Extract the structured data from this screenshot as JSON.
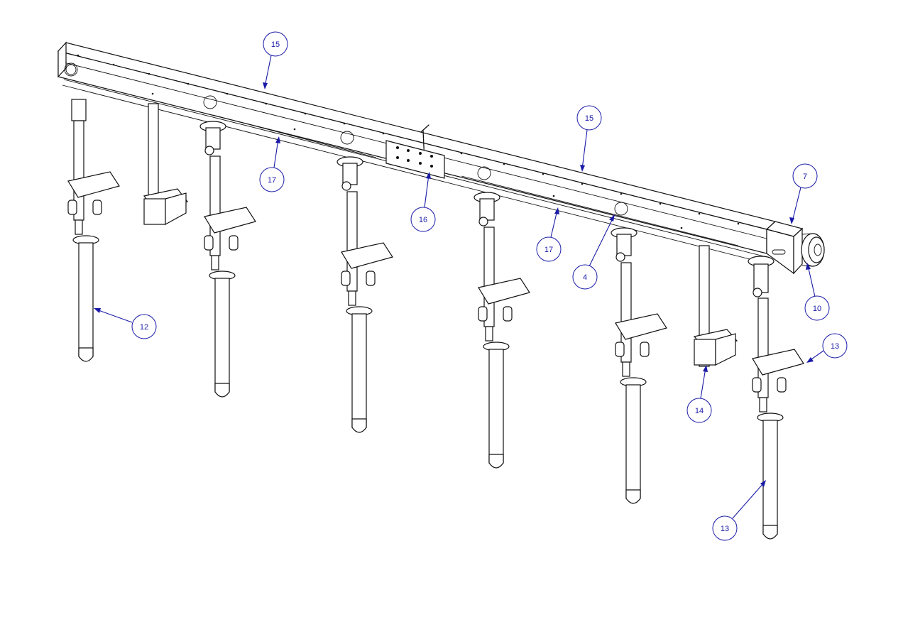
{
  "drawing": {
    "colors": {
      "line": "#111111",
      "callout": "#1a1aa8",
      "background": "#ffffff"
    }
  },
  "callouts": [
    {
      "label": "15"
    },
    {
      "label": "15"
    },
    {
      "label": "7"
    },
    {
      "label": "17"
    },
    {
      "label": "16"
    },
    {
      "label": "17"
    },
    {
      "label": "4"
    },
    {
      "label": "10"
    },
    {
      "label": "12"
    },
    {
      "label": "13"
    },
    {
      "label": "14"
    },
    {
      "label": "13"
    }
  ]
}
